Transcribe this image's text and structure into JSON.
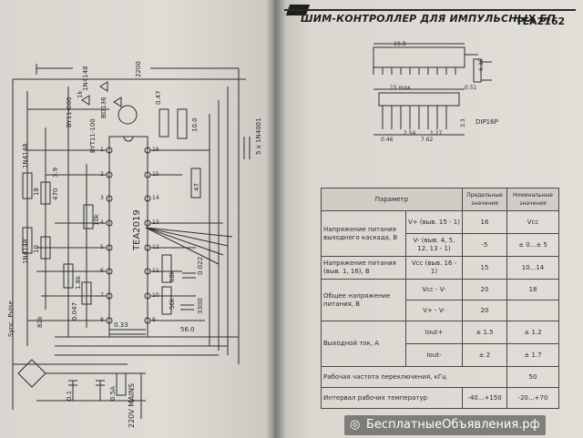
{
  "header": {
    "title": "ШИМ-КОНТРОЛЛЕР ДЛЯ ИМПУЛЬСНЫХ БП",
    "chip": "TEA2162"
  },
  "schematic": {
    "ic_label": "TEA2019",
    "mains_label": "220V MAINS",
    "sync_label": "Sync. Pulse",
    "load_label": "5 x 1N4001",
    "caps": [
      "0.47",
      "10.0",
      "470",
      "47",
      "0.022",
      "3300",
      "56.0",
      "0.047",
      "0.1",
      "0.33",
      "2200"
    ],
    "resistors": [
      "1k",
      "68k",
      "82k",
      "10k",
      "18",
      "3.9",
      "1.8k",
      "56k",
      "10"
    ],
    "diodes": [
      "1N4148",
      "1N4148",
      "BYT11-100",
      "BD136",
      "1N4148",
      "BY11-600"
    ],
    "fuse": "0.5A",
    "pin_labels": [
      "1",
      "2",
      "3",
      "4",
      "5",
      "6",
      "7",
      "8",
      "9",
      "10",
      "11",
      "12",
      "13",
      "14",
      "15",
      "16"
    ]
  },
  "package": {
    "name": "DIP16P",
    "dims": [
      "19.3",
      "6.35",
      "0.51",
      "2.54",
      "3.3",
      "15 max",
      "0.46",
      "7.62",
      "1.27"
    ]
  },
  "table": {
    "headers": [
      "Параметр",
      "Предельные значения",
      "Номинальные значения"
    ],
    "rows": [
      {
        "param": "Напряжение питания выходного каскада, В",
        "cond": "V+ (выв. 15 - 1)",
        "limit": "16",
        "nominal": "Vcc"
      },
      {
        "param": "",
        "cond": "V- (выв. 4, 5, 12, 13 - 1)",
        "limit": "-5",
        "nominal": "± 0...± 5"
      },
      {
        "param": "Напряжение питания (выв. 1, 16), В",
        "cond": "Vcc (выв. 16 - 1)",
        "limit": "15",
        "nominal": "10...14"
      },
      {
        "param": "Общее напряжение питания, В",
        "cond": "Vcc - V-",
        "limit": "20",
        "nominal": "18"
      },
      {
        "param": "",
        "cond": "V+ - V-",
        "limit": "20",
        "nominal": ""
      },
      {
        "param": "Выходной ток, А",
        "cond": "Iout+",
        "limit": "± 1.5",
        "nominal": "± 1.2"
      },
      {
        "param": "",
        "cond": "Iout-",
        "limit": "± 2",
        "nominal": "± 1.7"
      },
      {
        "param": "Рабочая частота переключения, кГц",
        "cond": "",
        "limit": "",
        "nominal": "50"
      },
      {
        "param": "Интервал рабочих температур",
        "cond": "",
        "limit": "-40...+150",
        "nominal": "-20...+70"
      }
    ]
  },
  "watermark": "БесплатныеОбъявления.рф",
  "colors": {
    "ink": "#2a2a2a",
    "paper": "#dedcd5",
    "watermark_bg": "#323232"
  }
}
